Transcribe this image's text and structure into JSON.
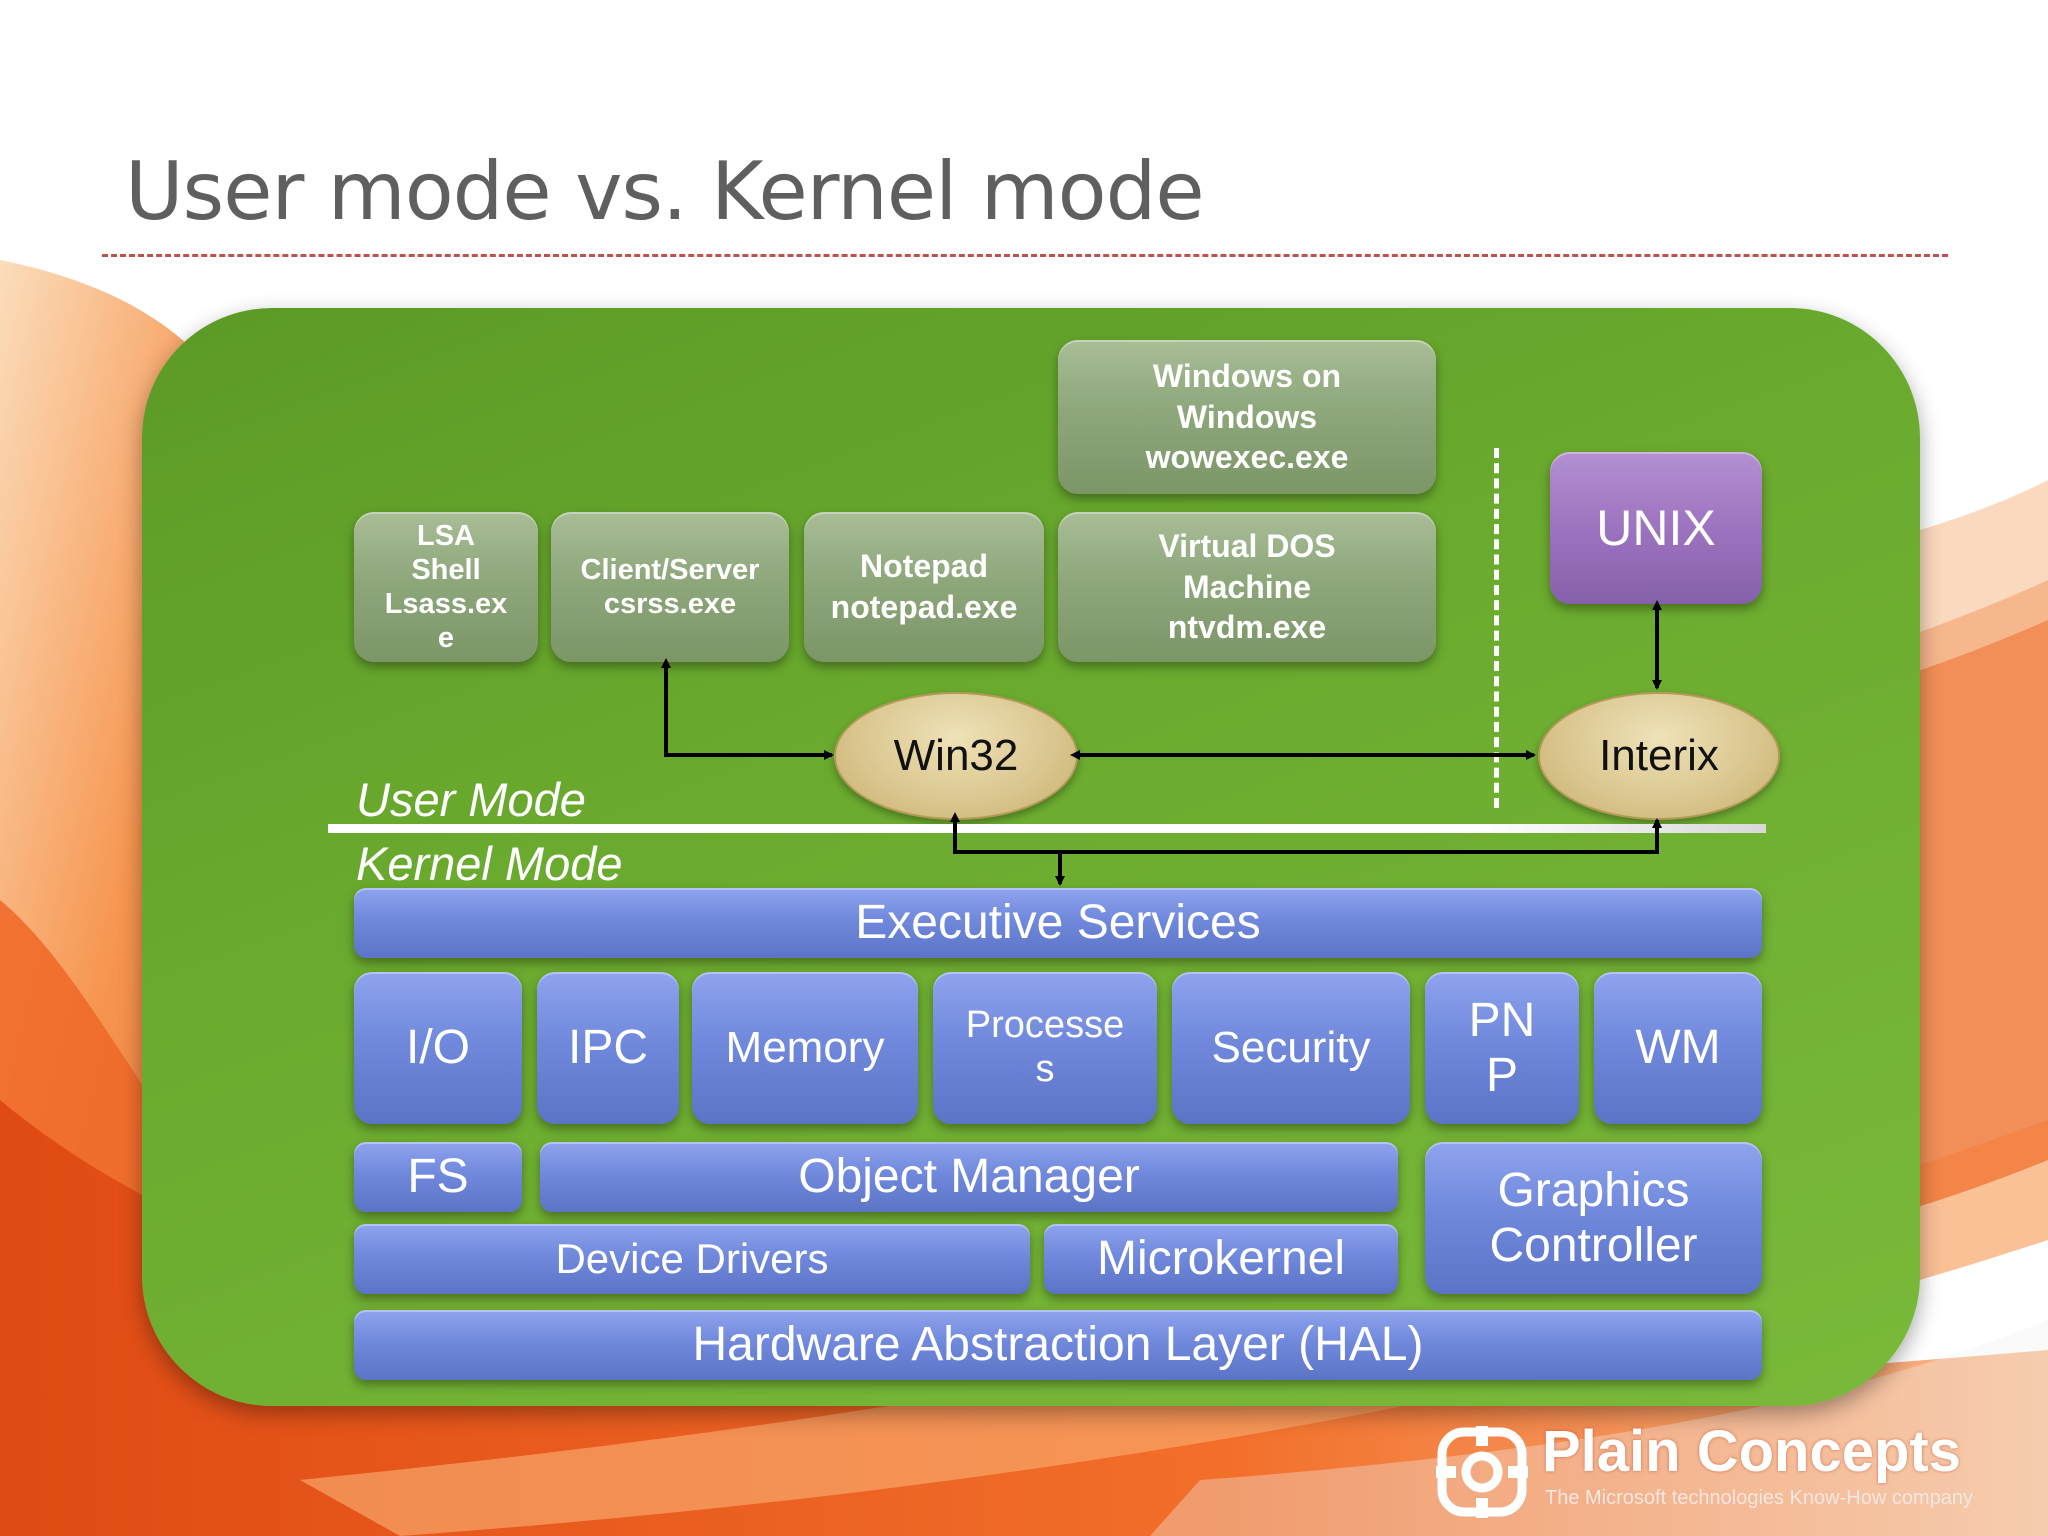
{
  "slide": {
    "title": "User mode vs. Kernel mode"
  },
  "user_mode": {
    "wow": "Windows on\nWindows\nwowexec.exe",
    "lsa": "LSA\nShell\nLsass.ex\ne",
    "csrss": "Client/Server\ncsrss.exe",
    "notepad": "Notepad\nnotepad.exe",
    "vdm": "Virtual DOS\nMachine\nntvdm.exe",
    "unix": "UNIX",
    "win32": "Win32",
    "interix": "Interix",
    "label": "User Mode"
  },
  "kernel_mode": {
    "label": "Kernel Mode",
    "executive": "Executive Services",
    "io": "I/O",
    "ipc": "IPC",
    "memory": "Memory",
    "processes": "Processe\ns",
    "security": "Security",
    "pnp": "PN\nP",
    "wm": "WM",
    "fs": "FS",
    "object_manager": "Object Manager",
    "graphics": "Graphics\nController",
    "device_drivers": "Device Drivers",
    "microkernel": "Microkernel",
    "hal": "Hardware Abstraction Layer (HAL)"
  },
  "logo": {
    "name": "Plain Concepts",
    "tagline": "The Microsoft technologies Know-How company"
  },
  "colors": {
    "panel_green": "#6aaa2e",
    "user_box": "#8ea77b",
    "unix_purple": "#9a71bd",
    "subsystem_ellipse": "#d9c58d",
    "kernel_blue": "#7089dc",
    "title_text": "#5f5f5f",
    "divider_red": "#c0504d"
  }
}
